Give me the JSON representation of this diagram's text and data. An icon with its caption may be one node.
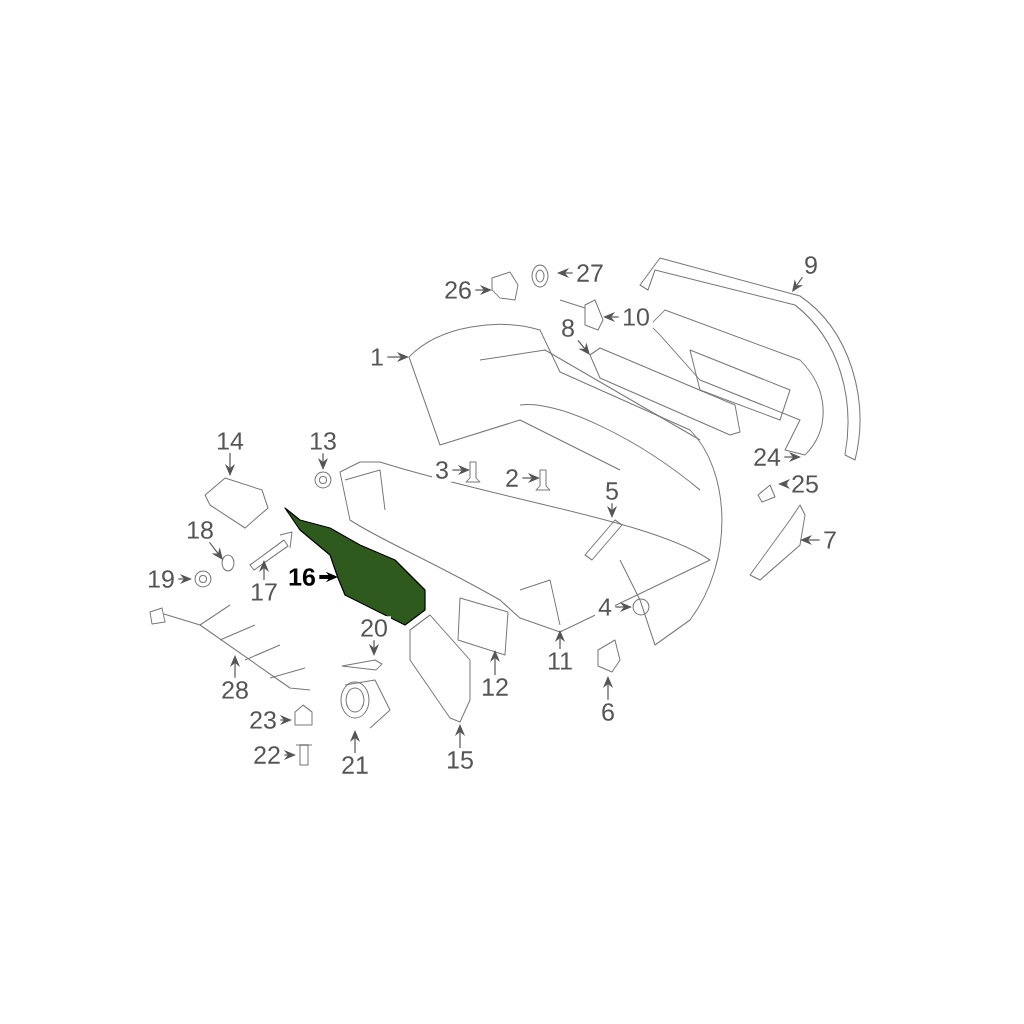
{
  "diagram": {
    "nodes": [
      {
        "text": [
          "1"
        ]
      },
      {
        "text": [
          "2"
        ]
      },
      {
        "text": [
          "3"
        ]
      },
      {
        "text": [
          "4"
        ]
      },
      {
        "text": [
          "5"
        ]
      },
      {
        "text": [
          "6"
        ]
      },
      {
        "text": [
          "7"
        ]
      },
      {
        "text": [
          "8"
        ]
      },
      {
        "text": [
          "9"
        ]
      },
      {
        "text": [
          "10"
        ]
      },
      {
        "text": [
          "11"
        ]
      },
      {
        "text": [
          "12"
        ]
      },
      {
        "text": [
          "13"
        ]
      },
      {
        "text": [
          "14"
        ]
      },
      {
        "text": [
          "15"
        ]
      },
      {
        "text": [
          "16"
        ]
      },
      {
        "text": [
          "17"
        ]
      },
      {
        "text": [
          "18"
        ]
      },
      {
        "text": [
          "19"
        ]
      },
      {
        "text": [
          "20"
        ]
      },
      {
        "text": [
          "21"
        ]
      },
      {
        "text": [
          "22"
        ]
      },
      {
        "text": [
          "23"
        ]
      },
      {
        "text": [
          "24"
        ]
      },
      {
        "text": [
          "25"
        ]
      },
      {
        "text": [
          "26"
        ]
      },
      {
        "text": [
          "27"
        ]
      },
      {
        "text": [
          "28"
        ]
      }
    ],
    "edges": [
      {
        "from": 0,
        "to": null,
        "arrow": "to"
      },
      {
        "from": 1,
        "to": null,
        "arrow": "to"
      },
      {
        "from": 2,
        "to": null,
        "arrow": "to"
      },
      {
        "from": 3,
        "to": null,
        "arrow": "to"
      },
      {
        "from": 4,
        "to": null,
        "arrow": "to"
      },
      {
        "from": 5,
        "to": null,
        "arrow": "to"
      },
      {
        "from": 6,
        "to": null,
        "arrow": "to"
      },
      {
        "from": 7,
        "to": null,
        "arrow": "to"
      },
      {
        "from": 8,
        "to": null,
        "arrow": "to"
      },
      {
        "from": 9,
        "to": null,
        "arrow": "to"
      },
      {
        "from": 10,
        "to": null,
        "arrow": "to"
      },
      {
        "from": 11,
        "to": null,
        "arrow": "to"
      },
      {
        "from": 12,
        "to": null,
        "arrow": "to"
      },
      {
        "from": 13,
        "to": null,
        "arrow": "to"
      },
      {
        "from": 14,
        "to": null,
        "arrow": "to"
      },
      {
        "from": 15,
        "to": null,
        "arrow": "to",
        "style": "thick",
        "color": "#000000"
      },
      {
        "from": 16,
        "to": null,
        "arrow": "to"
      },
      {
        "from": 17,
        "to": null,
        "arrow": "to"
      },
      {
        "from": 18,
        "to": null,
        "arrow": "to"
      },
      {
        "from": 19,
        "to": null,
        "arrow": "to"
      },
      {
        "from": 20,
        "to": null,
        "arrow": "to"
      },
      {
        "from": 21,
        "to": null,
        "arrow": "to"
      },
      {
        "from": 22,
        "to": null,
        "arrow": "to"
      },
      {
        "from": 23,
        "to": null,
        "arrow": "to"
      },
      {
        "from": 24,
        "to": null,
        "arrow": "to"
      },
      {
        "from": 25,
        "to": null,
        "arrow": "to"
      },
      {
        "from": 26,
        "to": null,
        "arrow": "to"
      },
      {
        "from": 27,
        "to": null,
        "arrow": "to"
      }
    ]
  }
}
